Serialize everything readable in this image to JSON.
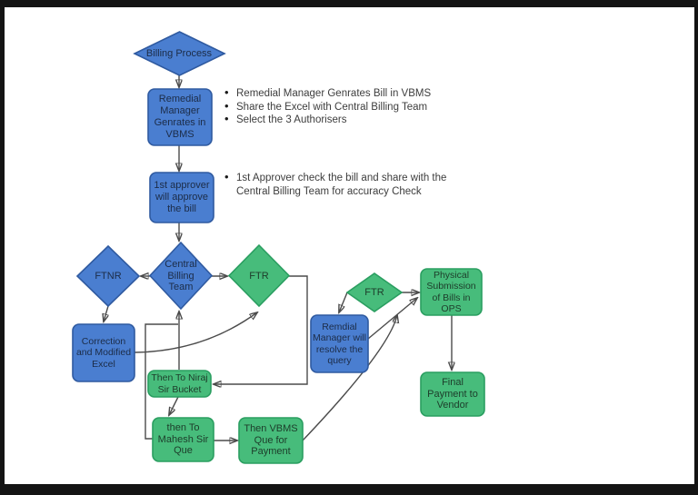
{
  "diagram": {
    "title": "Billing Process flowchart",
    "colors": {
      "node_blue": "#4a7ed0",
      "node_blue_border": "#2f5aa0",
      "node_green": "#47bc7b",
      "node_green_border": "#2a9e60",
      "connector": "#4b4b4b",
      "frame": "#141414"
    },
    "nodes": {
      "billing": {
        "label": "Billing Process",
        "type": "decision"
      },
      "remedial": {
        "label": "Remedial Manager Genrates in VBMS",
        "type": "process"
      },
      "approver": {
        "label": "1st approver will approve the bill",
        "type": "process"
      },
      "ftnr": {
        "label": "FTNR",
        "type": "decision"
      },
      "cbt": {
        "label": "Central Billing Team",
        "type": "decision"
      },
      "ftr_big": {
        "label": "FTR",
        "type": "decision"
      },
      "correction": {
        "label": "Correction and Modified Excel",
        "type": "process"
      },
      "niraj": {
        "label": "Then To Niraj Sir Bucket",
        "type": "process"
      },
      "mahesh": {
        "label": "then To Mahesh Sir Que",
        "type": "process"
      },
      "vbms_que": {
        "label": "Then VBMS Que for Payment",
        "type": "process"
      },
      "ftr_small": {
        "label": "FTR",
        "type": "decision"
      },
      "remdial_resolve": {
        "label": "Remdial Manager will resolve the query",
        "type": "process"
      },
      "physical": {
        "label": "Physical Submission of Bills in OPS",
        "type": "process"
      },
      "final": {
        "label": "Final Payment to Vendor",
        "type": "process"
      }
    },
    "notes": {
      "group1": {
        "items": [
          "Remedial Manager Genrates Bill in VBMS",
          "Share the Excel with Central Billing Team",
          "Select the 3 Authorisers"
        ]
      },
      "group2": {
        "items": [
          "1st Approver check the bill and share with the Central Billing Team for accuracy Check"
        ]
      }
    }
  }
}
